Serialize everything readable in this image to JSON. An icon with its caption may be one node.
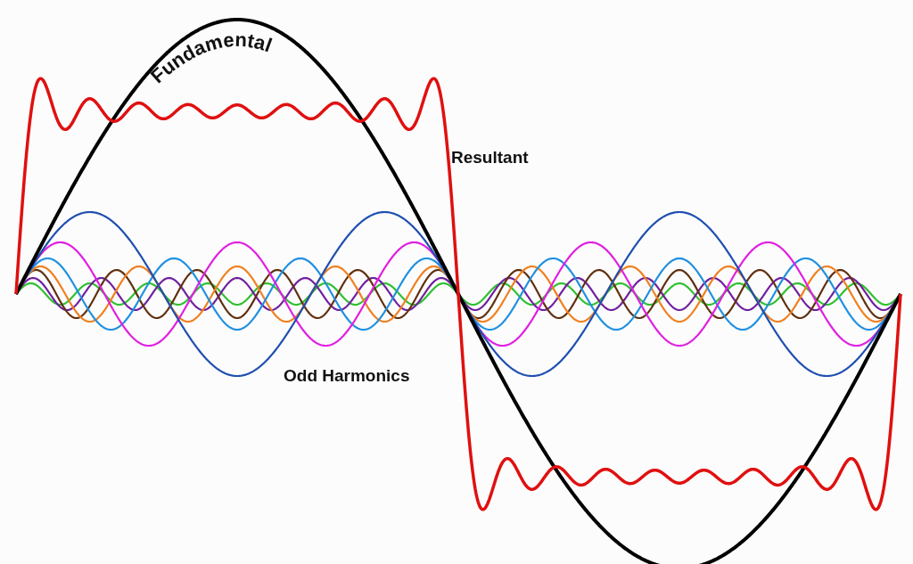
{
  "diagram": {
    "labels": [
      "Fundamental",
      "Resultant",
      "Odd Harmonics"
    ]
  }
}
